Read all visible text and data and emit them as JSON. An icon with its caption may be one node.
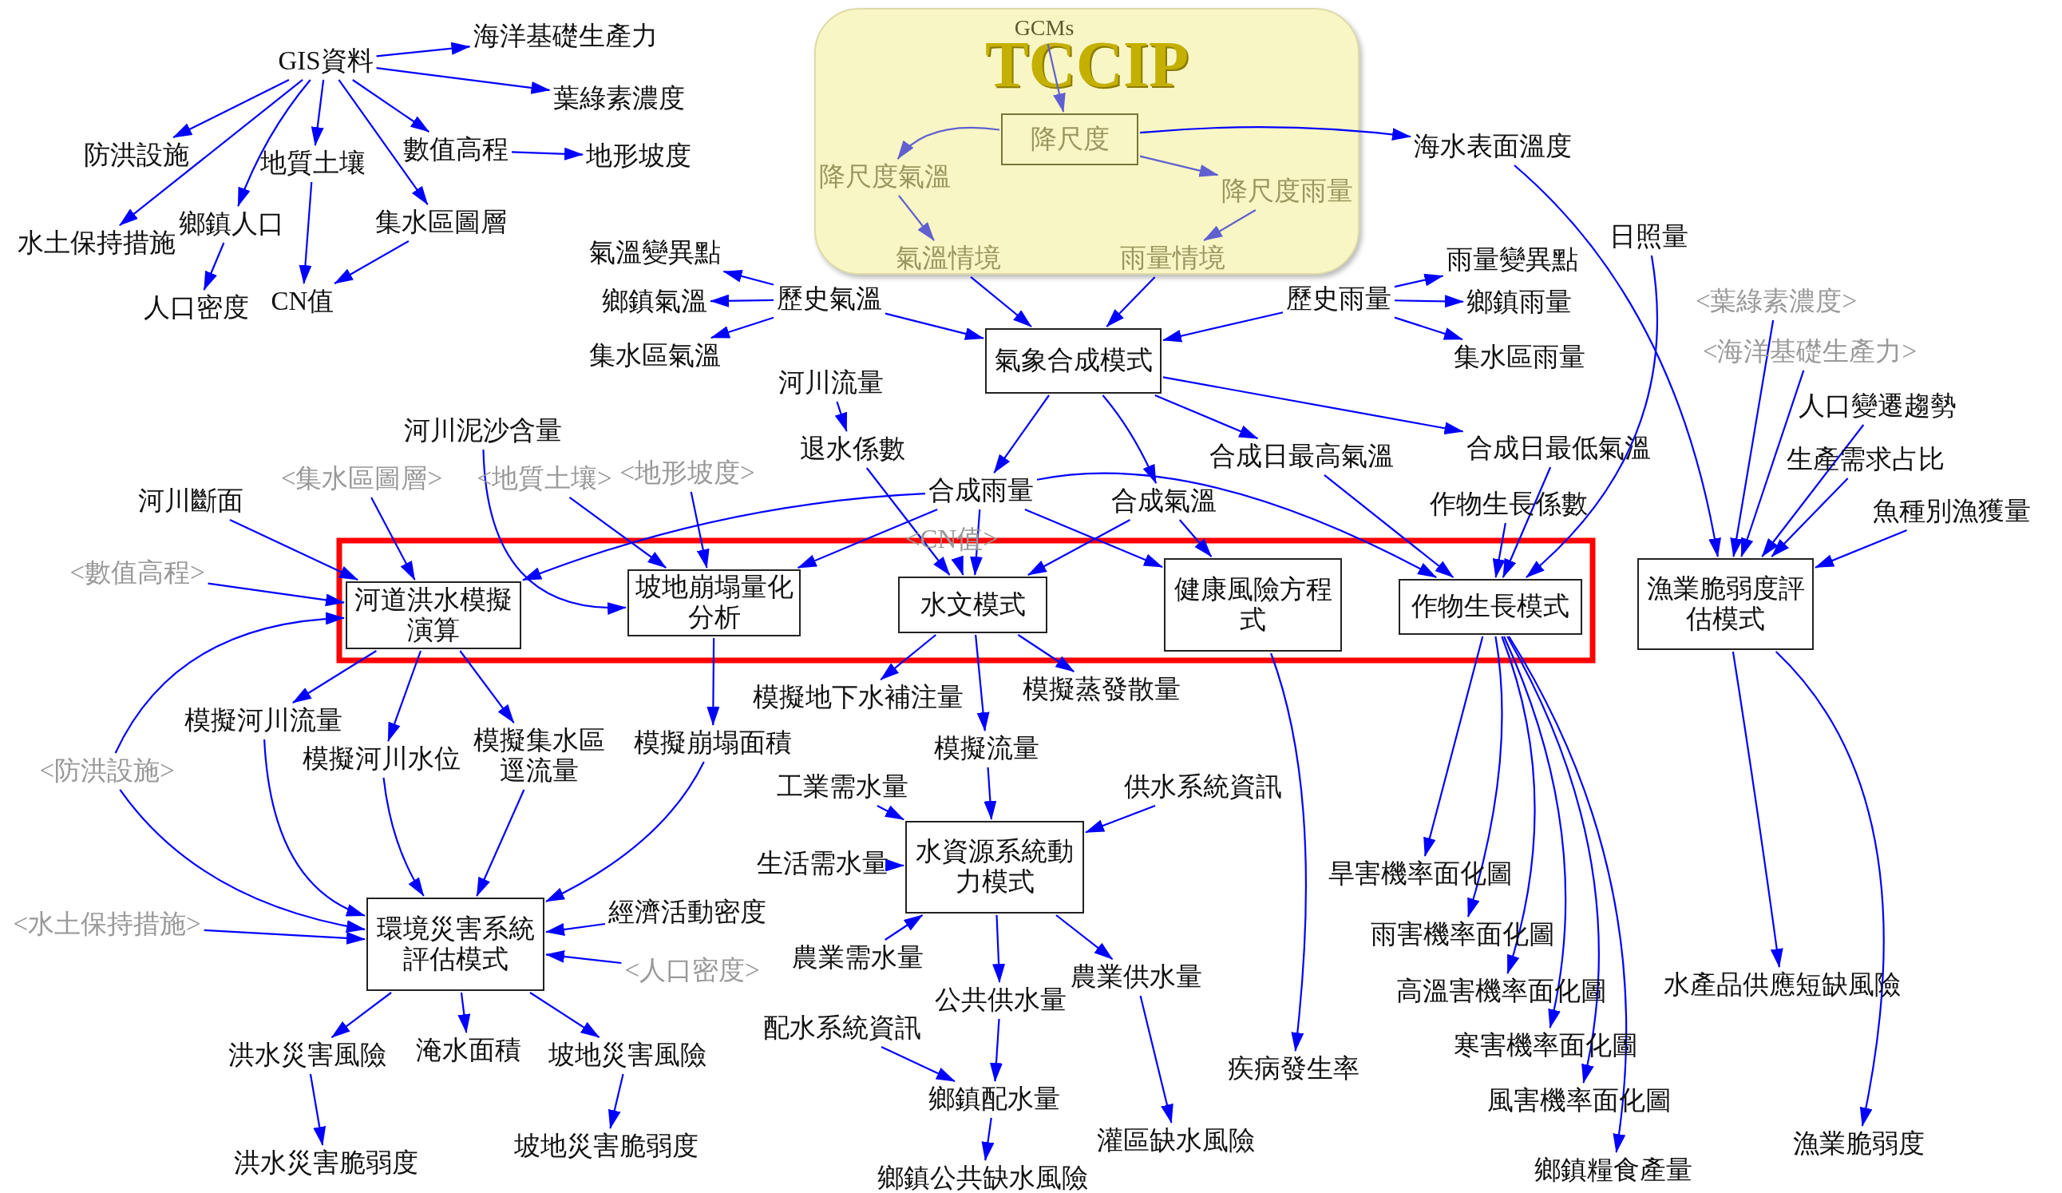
{
  "diagram": {
    "nodes": [
      {
        "text": [
          "GIS資料"
        ]
      },
      {
        "text": [
          "海洋基礎生產力"
        ]
      },
      {
        "text": [
          "葉綠素濃度"
        ]
      },
      {
        "text": [
          "防洪設施"
        ]
      },
      {
        "text": [
          "地質土壤"
        ]
      },
      {
        "text": [
          "數值高程"
        ]
      },
      {
        "text": [
          "地形坡度"
        ]
      },
      {
        "text": [
          "水土保持措施"
        ]
      },
      {
        "text": [
          "鄉鎮人口"
        ]
      },
      {
        "text": [
          "集水區圖層"
        ]
      },
      {
        "text": [
          "人口密度"
        ]
      },
      {
        "text": [
          "CN值"
        ]
      },
      {
        "text": [
          "氣溫變異點"
        ]
      },
      {
        "text": [
          "鄉鎮氣溫"
        ]
      },
      {
        "text": [
          "集水區氣溫"
        ]
      },
      {
        "text": [
          "歷史氣溫"
        ]
      },
      {
        "text": [
          "TCCIP"
        ]
      },
      {
        "text": [
          "GCMs"
        ],
        "in": 16
      },
      {
        "text": [
          "降尺度"
        ],
        "in": 16
      },
      {
        "text": [
          "降尺度氣溫"
        ],
        "in": 16
      },
      {
        "text": [
          "降尺度雨量"
        ],
        "in": 16
      },
      {
        "text": [
          "氣溫情境"
        ],
        "in": 16
      },
      {
        "text": [
          "雨量情境"
        ],
        "in": 16
      },
      {
        "text": [
          "海水表面溫度"
        ]
      },
      {
        "text": [
          "氣象合成模式"
        ]
      },
      {
        "text": [
          "歷史雨量"
        ]
      },
      {
        "text": [
          "雨量變異點"
        ]
      },
      {
        "text": [
          "鄉鎮雨量"
        ]
      },
      {
        "text": [
          "集水區雨量"
        ]
      },
      {
        "text": [
          "日照量"
        ]
      },
      {
        "text": [
          "<葉綠素濃度>"
        ]
      },
      {
        "text": [
          "<海洋基礎生產力>"
        ]
      },
      {
        "text": [
          "人口變遷趨勢"
        ]
      },
      {
        "text": [
          "生產需求占比"
        ]
      },
      {
        "text": [
          "魚種別漁獲量"
        ]
      },
      {
        "text": [
          "漁業脆弱度評估模式"
        ]
      },
      {
        "text": [
          "河川流量"
        ]
      },
      {
        "text": [
          "退水係數"
        ]
      },
      {
        "text": [
          "合成雨量"
        ]
      },
      {
        "text": [
          "合成氣溫"
        ]
      },
      {
        "text": [
          "合成日最高氣溫"
        ]
      },
      {
        "text": [
          "合成日最低氣溫"
        ]
      },
      {
        "text": [
          "作物生長係數"
        ]
      },
      {
        "text": [
          "河川泥沙含量"
        ]
      },
      {
        "text": [
          "<集水區圖層>"
        ]
      },
      {
        "text": [
          "<地質土壤>"
        ]
      },
      {
        "text": [
          "<地形坡度>"
        ]
      },
      {
        "text": [
          "河川斷面"
        ]
      },
      {
        "text": [
          "<數值高程>"
        ]
      },
      {
        "text": [
          "<CN值>"
        ]
      },
      {
        "text": [
          "河道洪水模擬演算"
        ]
      },
      {
        "text": [
          "坡地崩塌量化分析"
        ]
      },
      {
        "text": [
          "水文模式"
        ]
      },
      {
        "text": [
          "健康風險方程式"
        ]
      },
      {
        "text": [
          "作物生長模式"
        ]
      },
      {
        "text": [
          "<防洪設施>"
        ]
      },
      {
        "text": [
          "模擬河川流量"
        ]
      },
      {
        "text": [
          "模擬河川水位"
        ]
      },
      {
        "text": [
          "模擬集水區逕流量"
        ]
      },
      {
        "text": [
          "模擬崩塌面積"
        ]
      },
      {
        "text": [
          "模擬地下水補注量"
        ]
      },
      {
        "text": [
          "模擬蒸發散量"
        ]
      },
      {
        "text": [
          "模擬流量"
        ]
      },
      {
        "text": [
          "工業需水量"
        ]
      },
      {
        "text": [
          "供水系統資訊"
        ]
      },
      {
        "text": [
          "生活需水量"
        ]
      },
      {
        "text": [
          "水資源系統動力模式"
        ]
      },
      {
        "text": [
          "<水土保持措施>"
        ]
      },
      {
        "text": [
          "環境災害系統評估模式"
        ]
      },
      {
        "text": [
          "經濟活動密度"
        ]
      },
      {
        "text": [
          "<人口密度>"
        ]
      },
      {
        "text": [
          "農業需水量"
        ]
      },
      {
        "text": [
          "公共供水量"
        ]
      },
      {
        "text": [
          "農業供水量"
        ]
      },
      {
        "text": [
          "配水系統資訊"
        ]
      },
      {
        "text": [
          "洪水災害風險"
        ]
      },
      {
        "text": [
          "淹水面積"
        ]
      },
      {
        "text": [
          "坡地災害風險"
        ]
      },
      {
        "text": [
          "鄉鎮配水量"
        ]
      },
      {
        "text": [
          "灌區缺水風險"
        ]
      },
      {
        "text": [
          "疾病發生率"
        ]
      },
      {
        "text": [
          "旱害機率面化圖"
        ]
      },
      {
        "text": [
          "雨害機率面化圖"
        ]
      },
      {
        "text": [
          "高溫害機率面化圖"
        ]
      },
      {
        "text": [
          "寒害機率面化圖"
        ]
      },
      {
        "text": [
          "風害機率面化圖"
        ]
      },
      {
        "text": [
          "鄉鎮糧食產量"
        ]
      },
      {
        "text": [
          "水產品供應短缺風險"
        ]
      },
      {
        "text": [
          "漁業脆弱度"
        ]
      },
      {
        "text": [
          "洪水災害脆弱度"
        ]
      },
      {
        "text": [
          "坡地災害脆弱度"
        ]
      },
      {
        "text": [
          "鄉鎮公共缺水風險"
        ]
      }
    ],
    "edges": [
      {
        "from": 0,
        "to": 1,
        "arrow": "to"
      },
      {
        "from": 0,
        "to": 2,
        "arrow": "to"
      },
      {
        "from": 0,
        "to": 3,
        "arrow": "to"
      },
      {
        "from": 0,
        "to": 7,
        "arrow": "to"
      },
      {
        "from": 0,
        "to": 8,
        "arrow": "to"
      },
      {
        "from": 0,
        "to": 4,
        "arrow": "to"
      },
      {
        "from": 0,
        "to": 9,
        "arrow": "to"
      },
      {
        "from": 0,
        "to": 5,
        "arrow": "to"
      },
      {
        "from": 5,
        "to": 6,
        "arrow": "to"
      },
      {
        "from": 4,
        "to": 11,
        "arrow": "to"
      },
      {
        "from": 9,
        "to": 11,
        "arrow": "to"
      },
      {
        "from": 8,
        "to": 10,
        "arrow": "to"
      },
      {
        "from": 15,
        "to": 12,
        "arrow": "to"
      },
      {
        "from": 15,
        "to": 13,
        "arrow": "to"
      },
      {
        "from": 15,
        "to": 14,
        "arrow": "to"
      },
      {
        "from": 15,
        "to": 24,
        "arrow": "to"
      },
      {
        "from": 17,
        "to": 18,
        "arrow": "to",
        "color": "#6060d0"
      },
      {
        "from": 18,
        "to": 19,
        "arrow": "to",
        "color": "#6060d0"
      },
      {
        "from": 18,
        "to": 20,
        "arrow": "to",
        "color": "#6060d0"
      },
      {
        "from": 18,
        "to": 23,
        "arrow": "to"
      },
      {
        "from": 19,
        "to": 21,
        "arrow": "to",
        "color": "#6060d0"
      },
      {
        "from": 20,
        "to": 22,
        "arrow": "to",
        "color": "#6060d0"
      },
      {
        "from": 21,
        "to": 24,
        "arrow": "to"
      },
      {
        "from": 22,
        "to": 24,
        "arrow": "to"
      },
      {
        "from": 25,
        "to": 24,
        "arrow": "to"
      },
      {
        "from": 25,
        "to": 26,
        "arrow": "to"
      },
      {
        "from": 25,
        "to": 27,
        "arrow": "to"
      },
      {
        "from": 25,
        "to": 28,
        "arrow": "to"
      },
      {
        "from": 23,
        "to": 35,
        "arrow": "to"
      },
      {
        "from": 29,
        "to": 54,
        "arrow": "to"
      },
      {
        "from": 30,
        "to": 35,
        "arrow": "to"
      },
      {
        "from": 31,
        "to": 35,
        "arrow": "to"
      },
      {
        "from": 32,
        "to": 35,
        "arrow": "to"
      },
      {
        "from": 33,
        "to": 35,
        "arrow": "to"
      },
      {
        "from": 34,
        "to": 35,
        "arrow": "to"
      },
      {
        "from": 24,
        "to": 38,
        "arrow": "to"
      },
      {
        "from": 24,
        "to": 39,
        "arrow": "to"
      },
      {
        "from": 24,
        "to": 40,
        "arrow": "to"
      },
      {
        "from": 24,
        "to": 41,
        "arrow": "to"
      },
      {
        "from": 40,
        "to": 54,
        "arrow": "to"
      },
      {
        "from": 41,
        "to": 54,
        "arrow": "to"
      },
      {
        "from": 42,
        "to": 54,
        "arrow": "to"
      },
      {
        "from": 38,
        "to": 54,
        "arrow": "to"
      },
      {
        "from": 36,
        "to": 37,
        "arrow": "to"
      },
      {
        "from": 37,
        "to": 52,
        "arrow": "to"
      },
      {
        "from": 38,
        "to": 50,
        "arrow": "to"
      },
      {
        "from": 38,
        "to": 51,
        "arrow": "to"
      },
      {
        "from": 38,
        "to": 52,
        "arrow": "to"
      },
      {
        "from": 38,
        "to": 53,
        "arrow": "to"
      },
      {
        "from": 39,
        "to": 52,
        "arrow": "to"
      },
      {
        "from": 39,
        "to": 53,
        "arrow": "to"
      },
      {
        "from": 49,
        "to": 52,
        "arrow": "to"
      },
      {
        "from": 43,
        "to": 51,
        "arrow": "to"
      },
      {
        "from": 44,
        "to": 50,
        "arrow": "to"
      },
      {
        "from": 45,
        "to": 51,
        "arrow": "to"
      },
      {
        "from": 46,
        "to": 51,
        "arrow": "to"
      },
      {
        "from": 47,
        "to": 50,
        "arrow": "to"
      },
      {
        "from": 48,
        "to": 50,
        "arrow": "to"
      },
      {
        "from": 55,
        "to": 50,
        "arrow": "to"
      },
      {
        "from": 55,
        "to": 68,
        "arrow": "to"
      },
      {
        "from": 50,
        "to": 56,
        "arrow": "to"
      },
      {
        "from": 50,
        "to": 57,
        "arrow": "to"
      },
      {
        "from": 50,
        "to": 58,
        "arrow": "to"
      },
      {
        "from": 51,
        "to": 59,
        "arrow": "to"
      },
      {
        "from": 56,
        "to": 68,
        "arrow": "to"
      },
      {
        "from": 57,
        "to": 68,
        "arrow": "to"
      },
      {
        "from": 58,
        "to": 68,
        "arrow": "to"
      },
      {
        "from": 59,
        "to": 68,
        "arrow": "to"
      },
      {
        "from": 67,
        "to": 68,
        "arrow": "to"
      },
      {
        "from": 69,
        "to": 68,
        "arrow": "to"
      },
      {
        "from": 70,
        "to": 68,
        "arrow": "to"
      },
      {
        "from": 68,
        "to": 75,
        "arrow": "to"
      },
      {
        "from": 68,
        "to": 76,
        "arrow": "to"
      },
      {
        "from": 68,
        "to": 77,
        "arrow": "to"
      },
      {
        "from": 75,
        "to": 89,
        "arrow": "to"
      },
      {
        "from": 77,
        "to": 90,
        "arrow": "to"
      },
      {
        "from": 52,
        "to": 60,
        "arrow": "to"
      },
      {
        "from": 52,
        "to": 62,
        "arrow": "to"
      },
      {
        "from": 52,
        "to": 61,
        "arrow": "to"
      },
      {
        "from": 62,
        "to": 66,
        "arrow": "to"
      },
      {
        "from": 63,
        "to": 66,
        "arrow": "to"
      },
      {
        "from": 64,
        "to": 66,
        "arrow": "to"
      },
      {
        "from": 65,
        "to": 66,
        "arrow": "to"
      },
      {
        "from": 71,
        "to": 66,
        "arrow": "to"
      },
      {
        "from": 66,
        "to": 72,
        "arrow": "to"
      },
      {
        "from": 66,
        "to": 73,
        "arrow": "to"
      },
      {
        "from": 72,
        "to": 78,
        "arrow": "to"
      },
      {
        "from": 74,
        "to": 78,
        "arrow": "to"
      },
      {
        "from": 78,
        "to": 91,
        "arrow": "to"
      },
      {
        "from": 73,
        "to": 79,
        "arrow": "to"
      },
      {
        "from": 53,
        "to": 80,
        "arrow": "to"
      },
      {
        "from": 54,
        "to": 81,
        "arrow": "to"
      },
      {
        "from": 54,
        "to": 82,
        "arrow": "to"
      },
      {
        "from": 54,
        "to": 83,
        "arrow": "to"
      },
      {
        "from": 54,
        "to": 84,
        "arrow": "to"
      },
      {
        "from": 54,
        "to": 85,
        "arrow": "to"
      },
      {
        "from": 54,
        "to": 86,
        "arrow": "to"
      },
      {
        "from": 35,
        "to": 87,
        "arrow": "to"
      },
      {
        "from": 35,
        "to": 88,
        "arrow": "to"
      }
    ]
  }
}
